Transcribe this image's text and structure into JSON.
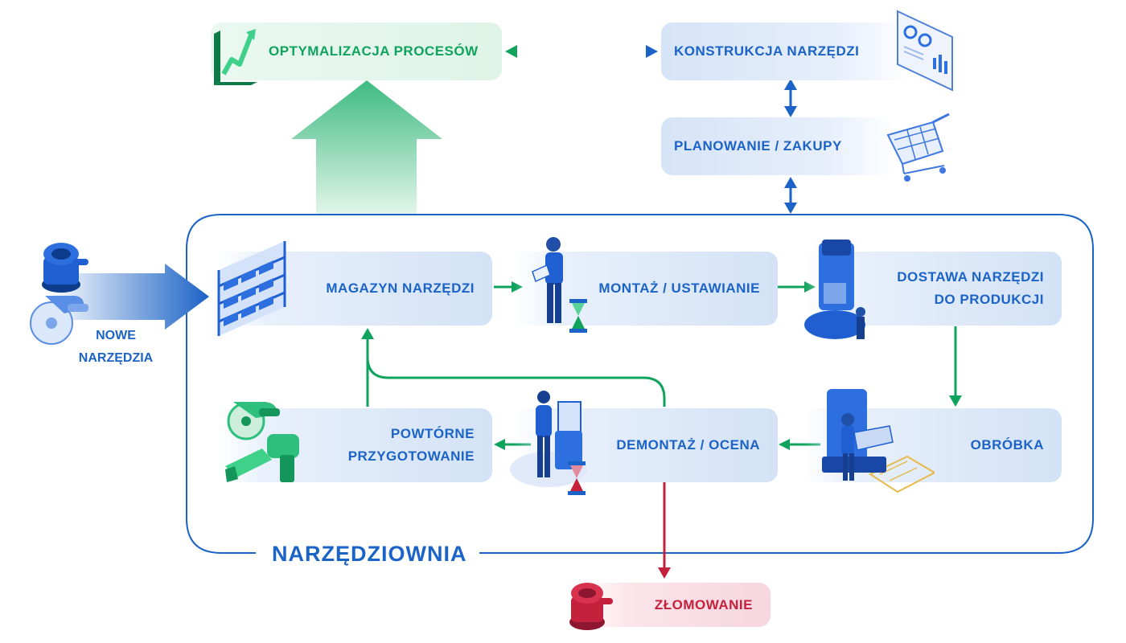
{
  "diagram": {
    "boundary_label": "NARZĘDZIOWNIA",
    "input_label_line1": "NOWE",
    "input_label_line2": "NARZĘDZIA",
    "top": {
      "optimization": "OPTYMALIZACJA PROCESÓW",
      "design": "KONSTRUKCJA NARZĘDZI",
      "planning": "PLANOWANIE / ZAKUPY"
    },
    "cycle": {
      "warehouse": "MAGAZYN NARZĘDZI",
      "assembly": "MONTAŻ / USTAWIANIE",
      "delivery_line1": "DOSTAWA NARZĘDZI",
      "delivery_line2": "DO PRODUKCJI",
      "machining": "OBRÓBKA",
      "disassembly": "DEMONTAŻ / OCENA",
      "refurbish_line1": "POWTÓRNE",
      "refurbish_line2": "PRZYGOTOWANIE"
    },
    "output": {
      "scrap": "ZŁOMOWANIE"
    },
    "icons": [
      "trend-chart-icon",
      "dashboard-monitor-icon",
      "shopping-cart-icon",
      "sander-tool-icon",
      "circular-saw-icon",
      "warehouse-shelf-icon",
      "worker-clipboard-icon",
      "hourglass-icon",
      "machine-tool-icon",
      "milling-machine-icon",
      "worker-terminal-icon",
      "refurbished-tools-icon",
      "scrap-sander-icon"
    ],
    "colors": {
      "blue": "#1b63c6",
      "green": "#10a35e",
      "red": "#c4213c",
      "box_blue": "#d3e2f6",
      "box_green": "#dff4e8",
      "box_red": "#f7d6de"
    }
  }
}
